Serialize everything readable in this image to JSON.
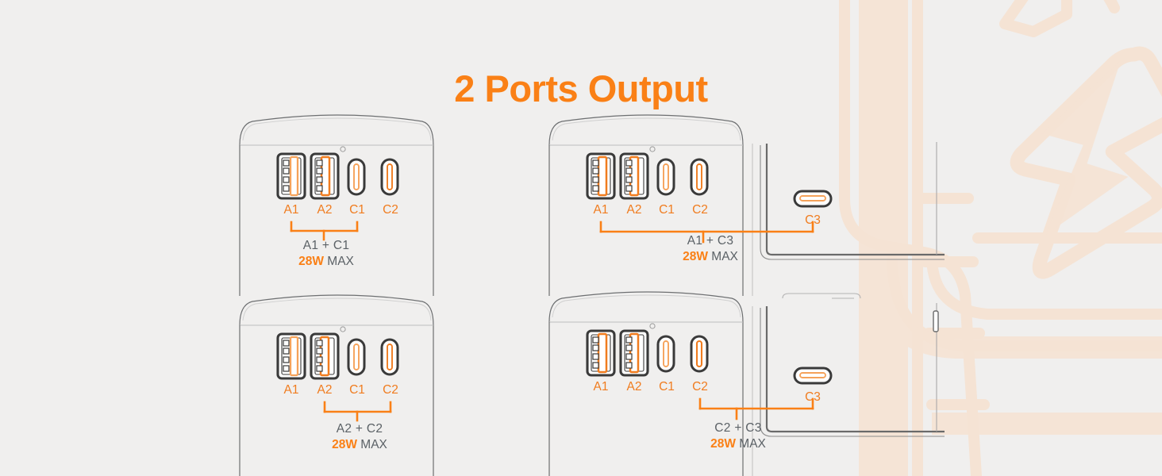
{
  "page": {
    "background_color": "#f0efee",
    "accent_color": "#fa8016",
    "accent_light_color": "#f5a25a",
    "outline_color": "#3a3a3a",
    "text_color": "#5b6166",
    "watermark_color": "#f5e3d4"
  },
  "header": {
    "title": "2 Ports Output"
  },
  "panels": [
    {
      "id": "panel-1",
      "view": "front",
      "ports": [
        {
          "label": "A1",
          "type": "usb-a",
          "highlighted": true
        },
        {
          "label": "A2",
          "type": "usb-a",
          "highlighted": true
        },
        {
          "label": "C1",
          "type": "usb-c",
          "highlighted": true
        },
        {
          "label": "C2",
          "type": "usb-c",
          "highlighted": true
        }
      ],
      "bracket_from": "A1",
      "bracket_to": "C1",
      "caption": {
        "pair": "A1 + C1",
        "watt": "28W",
        "max": " MAX"
      }
    },
    {
      "id": "panel-2",
      "view": "front-and-side",
      "ports": [
        {
          "label": "A1",
          "type": "usb-a",
          "highlighted": true
        },
        {
          "label": "A2",
          "type": "usb-a",
          "highlighted": true
        },
        {
          "label": "C1",
          "type": "usb-c",
          "highlighted": true
        },
        {
          "label": "C2",
          "type": "usb-c",
          "highlighted": true
        },
        {
          "label": "C3",
          "type": "usb-c-side",
          "highlighted": true
        }
      ],
      "bracket_from": "A1",
      "bracket_to": "C3",
      "caption": {
        "pair": "A1 + C3",
        "watt": "28W",
        "max": " MAX"
      }
    },
    {
      "id": "panel-3",
      "view": "front",
      "ports": [
        {
          "label": "A1",
          "type": "usb-a",
          "highlighted": true
        },
        {
          "label": "A2",
          "type": "usb-a",
          "highlighted": true
        },
        {
          "label": "C1",
          "type": "usb-c",
          "highlighted": true
        },
        {
          "label": "C2",
          "type": "usb-c",
          "highlighted": true
        }
      ],
      "bracket_from": "A2",
      "bracket_to": "C2",
      "caption": {
        "pair": "A2 + C2",
        "watt": "28W",
        "max": " MAX"
      }
    },
    {
      "id": "panel-4",
      "view": "front-and-side",
      "ports": [
        {
          "label": "A1",
          "type": "usb-a",
          "highlighted": true
        },
        {
          "label": "A2",
          "type": "usb-a",
          "highlighted": true
        },
        {
          "label": "C1",
          "type": "usb-c",
          "highlighted": true
        },
        {
          "label": "C2",
          "type": "usb-c",
          "highlighted": true
        },
        {
          "label": "C3",
          "type": "usb-c-side",
          "highlighted": true
        }
      ],
      "bracket_from": "C2",
      "bracket_to": "C3",
      "caption": {
        "pair": "C2 + C3",
        "watt": "28W",
        "max": " MAX"
      }
    }
  ]
}
